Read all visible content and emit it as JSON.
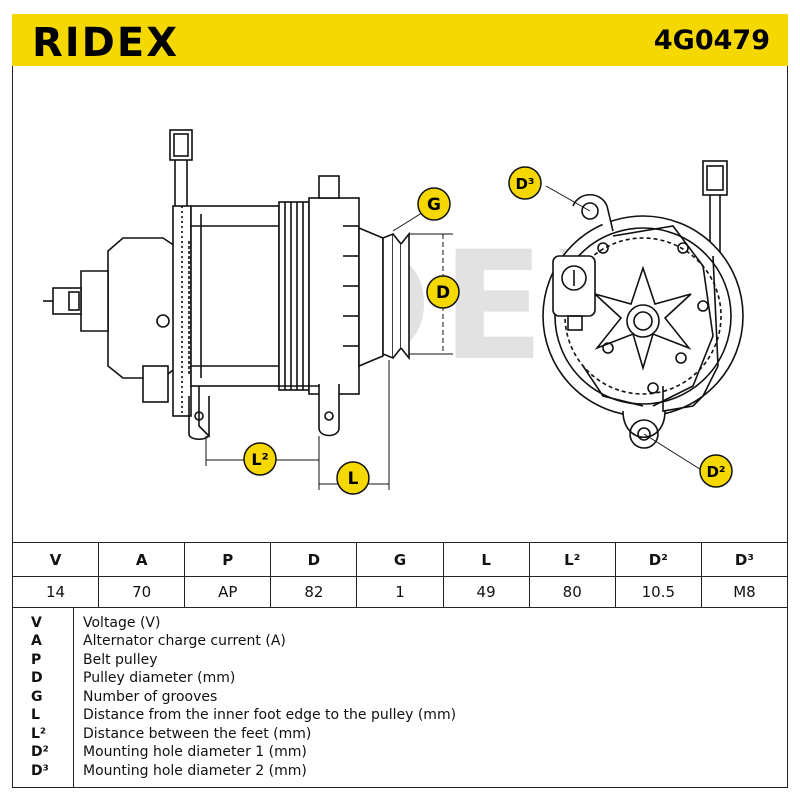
{
  "header": {
    "brand": "RIDEX",
    "part_number": "4G0479"
  },
  "drawing": {
    "watermark": "RIDEX",
    "labels": {
      "G": "G",
      "D": "D",
      "L2": "L²",
      "L": "L",
      "D3": "D³",
      "D2": "D²"
    }
  },
  "spec_table": {
    "headers": [
      "V",
      "A",
      "P",
      "D",
      "G",
      "L",
      "L²",
      "D²",
      "D³"
    ],
    "values": [
      "14",
      "70",
      "AP",
      "82",
      "1",
      "49",
      "80",
      "10.5",
      "M8"
    ]
  },
  "legend": [
    {
      "symbol": "V",
      "text": "Voltage (V)"
    },
    {
      "symbol": "A",
      "text": "Alternator charge current (A)"
    },
    {
      "symbol": "P",
      "text": "Belt pulley"
    },
    {
      "symbol": "D",
      "text": "Pulley diameter (mm)"
    },
    {
      "symbol": "G",
      "text": "Number of grooves"
    },
    {
      "symbol": "L",
      "text": "Distance from the inner foot edge to the pulley (mm)"
    },
    {
      "symbol": "L²",
      "text": "Distance between the feet (mm)"
    },
    {
      "symbol": "D²",
      "text": "Mounting hole diameter 1 (mm)"
    },
    {
      "symbol": "D³",
      "text": "Mounting hole diameter 2 (mm)"
    }
  ],
  "colors": {
    "header_bg": "#f5d800",
    "badge_fill": "#f5d800",
    "line": "#111111",
    "watermark": "#dcdcdc"
  }
}
